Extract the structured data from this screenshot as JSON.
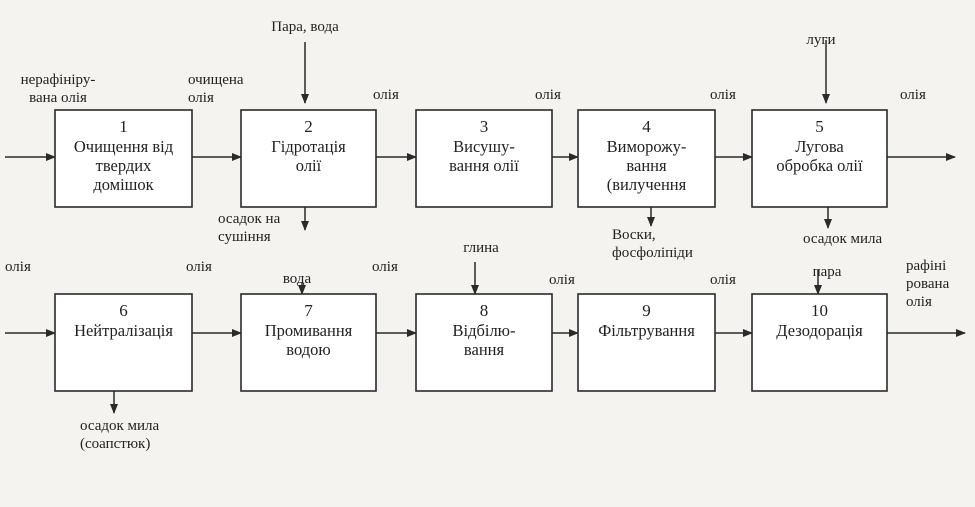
{
  "diagram": {
    "nodes": [
      {
        "id": "1",
        "number": "1",
        "lines": [
          "Очищення від",
          "твердих",
          "домішок"
        ]
      },
      {
        "id": "2",
        "number": "2",
        "lines": [
          "Гідротація",
          "олії"
        ]
      },
      {
        "id": "3",
        "number": "3",
        "lines": [
          "Висушу-",
          "вання олії"
        ]
      },
      {
        "id": "4",
        "number": "4",
        "lines": [
          "Виморожу-",
          "вання",
          "(вилучення"
        ]
      },
      {
        "id": "5",
        "number": "5",
        "lines": [
          "Лугова",
          "обробка олії"
        ]
      },
      {
        "id": "6",
        "number": "6",
        "lines": [
          "Нейтралізація"
        ]
      },
      {
        "id": "7",
        "number": "7",
        "lines": [
          "Промивання",
          "водою"
        ]
      },
      {
        "id": "8",
        "number": "8",
        "lines": [
          "Відбілю-",
          "вання"
        ]
      },
      {
        "id": "9",
        "number": "9",
        "lines": [
          "Фільтрування"
        ]
      },
      {
        "id": "10",
        "number": "10",
        "lines": [
          "Дезодорація"
        ]
      }
    ],
    "labels": {
      "in_1": [
        "нерафініру-",
        "вана олія"
      ],
      "edge_1_2": [
        "очищена",
        "олія"
      ],
      "edge_2_3": [
        "олія"
      ],
      "edge_3_4": [
        "олія"
      ],
      "edge_4_5": [
        "олія"
      ],
      "out_5": [
        "олія"
      ],
      "in_6": [
        "олія"
      ],
      "edge_6_7": [
        "олія"
      ],
      "edge_7_8": [
        "олія"
      ],
      "edge_8_9": [
        "олія"
      ],
      "edge_9_10": [
        "олія"
      ],
      "out_10": [
        "рафіні",
        "рована",
        "олія"
      ],
      "in_2": [
        "Пара, вода"
      ],
      "in_5": [
        "луги"
      ],
      "in_7": [
        "вода"
      ],
      "in_8": [
        "глина"
      ],
      "in_10": [
        "пара"
      ],
      "out_2": [
        "осадок на",
        "сушіння"
      ],
      "out_4": [
        "Воски,",
        "фосфоліпіди"
      ],
      "out_5_bottom": [
        "осадок мила"
      ],
      "out_6": [
        "осадок мила",
        "(соапстюк)"
      ]
    }
  }
}
